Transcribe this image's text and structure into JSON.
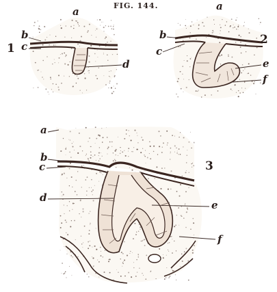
{
  "figure": {
    "caption": "FIG. 144.",
    "palette": {
      "ink": "#2a1f1c",
      "stipple": "#6d5a52",
      "dark_band": "#3a2520",
      "tissue_fill": "#fbf8f3",
      "background": "#ffffff"
    },
    "panels": [
      {
        "number": "1",
        "labels": {
          "a": "a",
          "b": "b",
          "c": "c",
          "d": "d"
        }
      },
      {
        "number": "2",
        "labels": {
          "a": "a",
          "b": "b",
          "c": "c",
          "e": "e",
          "f": "f"
        }
      },
      {
        "number": "3",
        "labels": {
          "a": "a",
          "b": "b",
          "c": "c",
          "d": "d",
          "e": "e",
          "f": "f"
        }
      }
    ]
  }
}
